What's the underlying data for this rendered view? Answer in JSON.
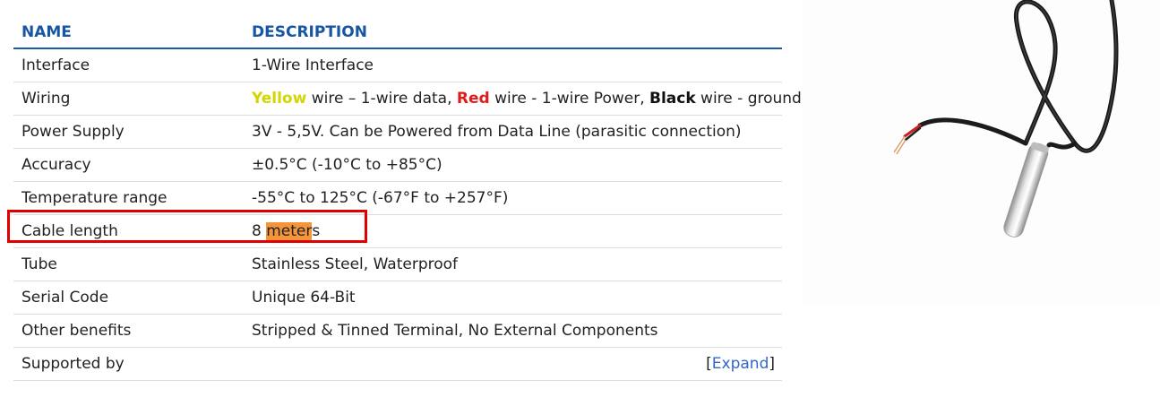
{
  "table": {
    "headers": {
      "name": "NAME",
      "description": "DESCRIPTION"
    },
    "rows": [
      {
        "name": "Interface",
        "value": "1-Wire Interface"
      },
      {
        "name": "Wiring",
        "segments": [
          "Yellow",
          " wire – 1-wire data, ",
          "Red",
          " wire - 1-wire Power, ",
          "Black",
          " wire - ground."
        ]
      },
      {
        "name": "Power Supply",
        "value": "3V - 5,5V. Can be Powered from Data Line (parasitic connection)"
      },
      {
        "name": "Accuracy",
        "value": "±0.5°C (-10°C to +85°C)"
      },
      {
        "name": "Temperature range",
        "value": "-55°C to 125°C (-67°F to +257°F)"
      },
      {
        "name": "Cable length",
        "value_parts": [
          "8 ",
          "meter",
          "s"
        ]
      },
      {
        "name": "Tube",
        "value": "Stainless Steel, Waterproof"
      },
      {
        "name": "Serial Code",
        "value": "Unique 64-Bit"
      },
      {
        "name": "Other benefits",
        "value": "Stripped & Tinned Terminal, No External Components"
      },
      {
        "name": "Supported by",
        "expand": {
          "open": "[",
          "link": "Expand",
          "close": "]"
        }
      }
    ]
  },
  "colors": {
    "header_text": "#1656a4",
    "header_rule": "#1f5aa6",
    "wire_yellow": "#d4d600",
    "wire_red": "#e01b1b",
    "search_highlight": "#f4953a",
    "annotation_box": "#e00000"
  },
  "image": {
    "subject": "temperature-sensor-probe-with-cable"
  }
}
